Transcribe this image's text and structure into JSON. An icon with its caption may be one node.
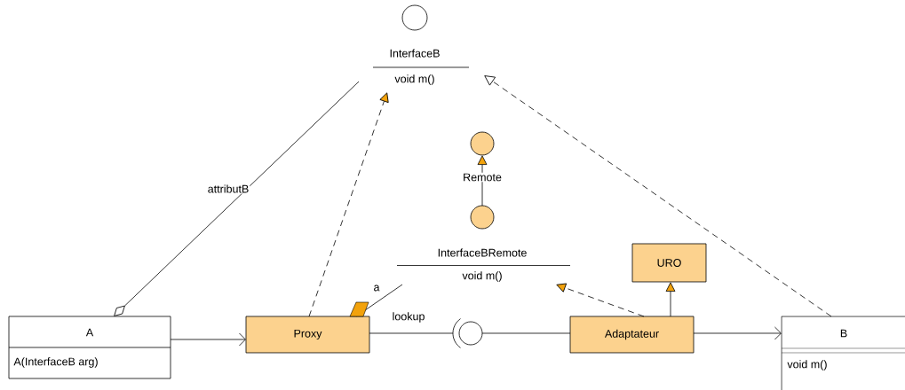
{
  "diagram": {
    "nodes": [
      {
        "text": [],
        "shape": "circle"
      },
      {
        "text": [
          "InterfaceB",
          "void m()"
        ]
      },
      {
        "text": [],
        "shape": "circle"
      },
      {
        "text": [],
        "shape": "circle"
      },
      {
        "text": [
          "InterfaceBRemote",
          "void m()"
        ]
      },
      {
        "text": [
          "URO"
        ]
      },
      {
        "text": [
          "A",
          "A(InterfaceB arg)"
        ]
      },
      {
        "text": [
          "Proxy"
        ]
      },
      {
        "text": [],
        "shape": "circle"
      },
      {
        "text": [
          "Adaptateur"
        ]
      },
      {
        "text": [
          "B",
          "void m()"
        ]
      }
    ],
    "edges": [
      {
        "from": 6,
        "to": 1,
        "arrow": "other",
        "label": "attributB"
      },
      {
        "from": 7,
        "to": 1,
        "arrow": "to",
        "style": "dashed"
      },
      {
        "from": 10,
        "to": 1,
        "arrow": "to",
        "style": "dashed"
      },
      {
        "from": 3,
        "to": 2,
        "arrow": "to",
        "label": "Remote"
      },
      {
        "from": 7,
        "to": 4,
        "arrow": "other",
        "label": "a"
      },
      {
        "from": 7,
        "to": 8,
        "arrow": "none",
        "label": "lookup"
      },
      {
        "from": 9,
        "to": 8,
        "arrow": "none"
      },
      {
        "from": 9,
        "to": 4,
        "arrow": "to",
        "style": "dashed"
      },
      {
        "from": 9,
        "to": 5,
        "arrow": "to"
      },
      {
        "from": 6,
        "to": 7,
        "arrow": "to"
      },
      {
        "from": 9,
        "to": 10,
        "arrow": "to"
      }
    ]
  }
}
